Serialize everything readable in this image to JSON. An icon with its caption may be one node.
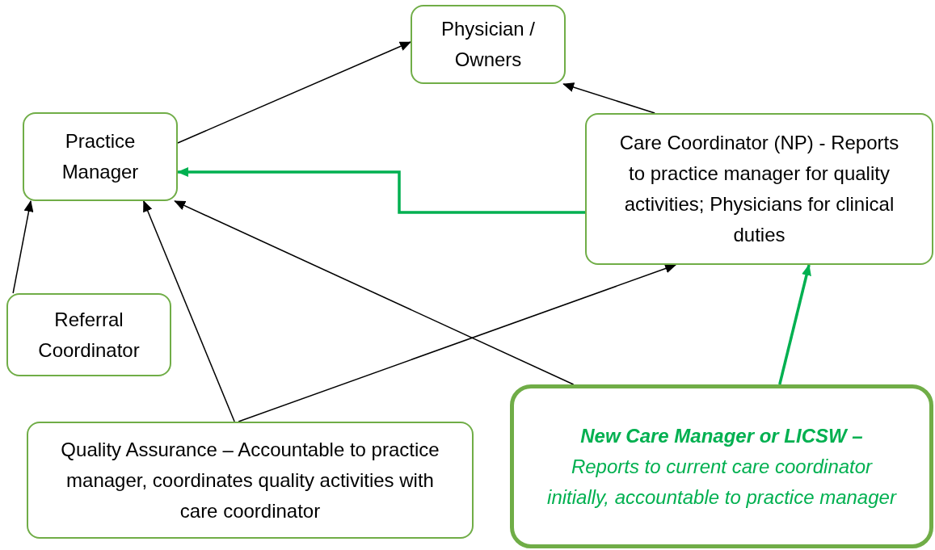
{
  "diagram": {
    "nodes": [
      {
        "text": [
          "Physician / Owners"
        ]
      },
      {
        "text": [
          "Practice Manager"
        ]
      },
      {
        "text": [
          "Care Coordinator (NP) - Reports to practice manager for quality activities; Physicians for clinical duties"
        ]
      },
      {
        "text": [
          "Referral Coordinator"
        ]
      },
      {
        "text": [
          "Quality Assurance – Accountable to practice manager, coordinates quality activities with care coordinator"
        ]
      },
      {
        "text": [
          "New Care Manager or LICSW –",
          "Reports to current care coordinator initially, accountable to practice manager"
        ]
      }
    ],
    "edges": [
      {
        "from": 1,
        "to": 0,
        "arrow": "to"
      },
      {
        "from": 2,
        "to": 0,
        "arrow": "to"
      },
      {
        "from": 2,
        "to": 1,
        "arrow": "to",
        "style": "thick",
        "color": "#00b050"
      },
      {
        "from": 3,
        "to": 1,
        "arrow": "to"
      },
      {
        "from": 4,
        "to": 1,
        "arrow": "to"
      },
      {
        "from": 4,
        "to": 2,
        "arrow": "to"
      },
      {
        "from": 5,
        "to": 1,
        "arrow": "to"
      },
      {
        "from": 5,
        "to": 2,
        "arrow": "to",
        "style": "thick",
        "color": "#00b050"
      }
    ]
  }
}
